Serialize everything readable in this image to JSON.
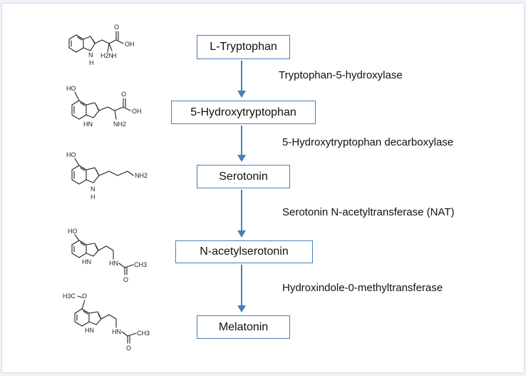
{
  "diagram": {
    "steps": [
      {
        "label": "L-Tryptophan"
      },
      {
        "label": "5-Hydroxytryptophan"
      },
      {
        "label": "Serotonin"
      },
      {
        "label": "N-acetylserotonin"
      },
      {
        "label": "Melatonin"
      }
    ],
    "enzymes": [
      {
        "label": "Tryptophan-5-hydroxylase"
      },
      {
        "label": "5-Hydroxytryptophan decarboxylase"
      },
      {
        "label": "Serotonin N-acetyltransferase (NAT)"
      },
      {
        "label": "Hydroxindole-0-methyltransferase"
      }
    ],
    "structure_labels": {
      "trp": {
        "nh": "H",
        "n": "N",
        "nh2": "H2N",
        "h": "H",
        "oh": "OH",
        "o": "O"
      },
      "htp": {
        "ho": "HO",
        "hn": "HN",
        "nh2": "NH2",
        "oh": "OH",
        "o": "O"
      },
      "ser": {
        "ho": "HO",
        "n": "N",
        "h": "H",
        "nh2": "NH2"
      },
      "nas": {
        "ho": "HO",
        "hn": "HN",
        "hn2": "HN",
        "ch3": "CH3",
        "o": "O"
      },
      "mel": {
        "h3c": "H3C",
        "o1": "O",
        "hn": "HN",
        "hn2": "HN",
        "ch3": "CH3",
        "o": "O"
      }
    }
  },
  "colors": {
    "box_border": "#4a7ebb",
    "arrow": "#4a7ebb",
    "text": "#111111",
    "background": "#eef2f8"
  }
}
